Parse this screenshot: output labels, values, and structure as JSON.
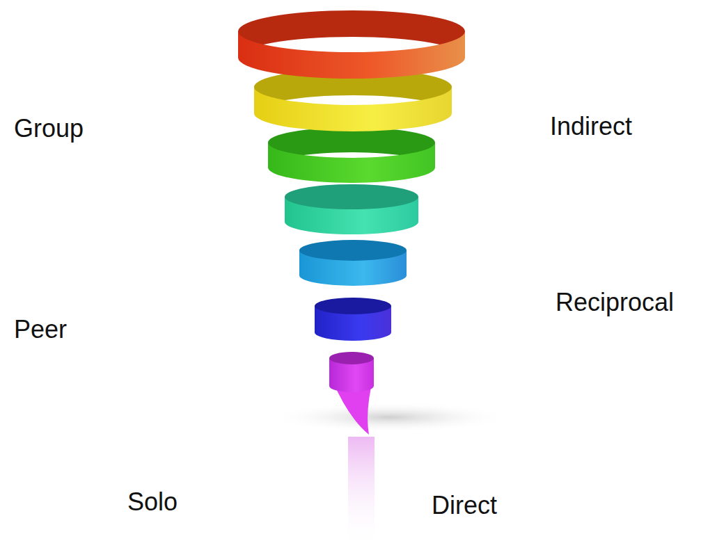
{
  "diagram": {
    "labels": [
      "Group",
      "Indirect",
      "Peer",
      "Reciprocal",
      "Solo",
      "Direct"
    ]
  }
}
